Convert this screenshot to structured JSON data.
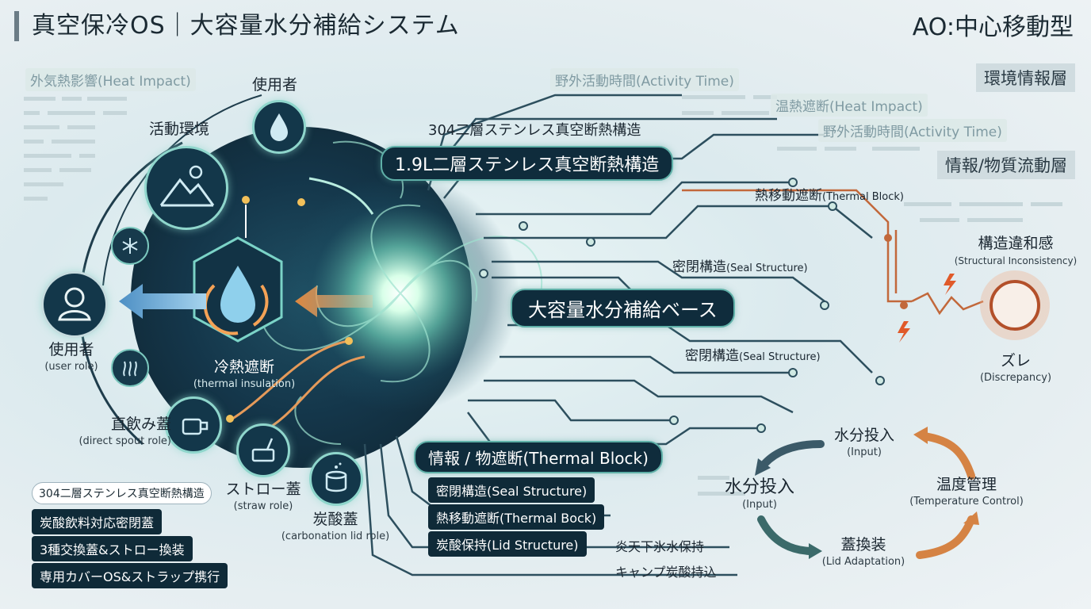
{
  "header": {
    "title": "真空保冷OS｜大容量水分補給システム",
    "mode": "AO:中心移動型"
  },
  "layers": {
    "env": "環境情報層",
    "flow": "情報/物質流動層"
  },
  "pale_labels": {
    "heat_impact_top_left": "外気熱影響(Heat Impact)",
    "activity_time_top": "野外活動時間(Activity Time)",
    "heat_impact_right": "温熱遮断(Heat Impact)",
    "activity_time_right": "野外活動時間(Activity Time)"
  },
  "nodes": {
    "user_top": "使用者",
    "activity_env": "活動環境",
    "user_left": {
      "label": "使用者",
      "sub": "(user role)"
    },
    "thermal": {
      "label": "冷熱遮断",
      "sub": "(thermal insulation)"
    },
    "direct_spout": {
      "label": "直飲み蓋",
      "sub": "(direct spout role)"
    },
    "straw": {
      "label": "ストロー蓋",
      "sub": "(straw role)"
    },
    "carbonation": {
      "label": "炭酸蓋",
      "sub": "(carbonation lid role)"
    }
  },
  "center": {
    "struct_small": "304二層ステンレス真空断熱構造",
    "struct_main": "1.9L二層ステンレス真空断熱構造",
    "base": "大容量水分補給ベース",
    "info_break": "情報 / 物遮断(Thermal Block)"
  },
  "branches": {
    "thermal_block": {
      "jp": "熱移動遮断",
      "en": "(Thermal Block)"
    },
    "seal_1": {
      "jp": "密閉構造",
      "en": "(Seal Structure)"
    },
    "seal_2": {
      "jp": "密閉構造",
      "en": "(Seal Structure)"
    }
  },
  "bottom_tags": [
    "密閉構造(Seal Structure)",
    "熱移動遮断(Thermal Bock)",
    "炭酸保持(Lid Structure)"
  ],
  "bottom_notes": [
    "炎天下氷水保持",
    "キャンプ炭酸持込"
  ],
  "left_list": {
    "outlined": "304二層ステンレス真空断熱構造",
    "items": [
      "炭酸飲料対応密閉蓋",
      "3種交換蓋&ストロー換装",
      "専用カバーOS&ストラップ携行"
    ]
  },
  "discrepancy": {
    "structural": {
      "jp": "構造違和感",
      "en": "(Structural Inconsistency)"
    },
    "zure": {
      "jp": "ズレ",
      "en": "(Discrepancy)"
    }
  },
  "cycle": {
    "input_top": {
      "jp": "水分投入",
      "en": "(Input)"
    },
    "input_left": {
      "jp": "水分投入",
      "en": "(Input)"
    },
    "temp": {
      "jp": "温度管理",
      "en": "(Temperature Control)"
    },
    "lid": {
      "jp": "蓋換装",
      "en": "(Lid Adaptation)"
    }
  },
  "colors": {
    "dark": "#0f2c3c",
    "teal": "#5fb0a8",
    "orange": "#d9823e",
    "rust": "#b3502a",
    "glow": "#c9ffe9"
  },
  "icons": {
    "user": "person-icon",
    "drop": "water-drop-icon",
    "mountain": "mountain-sun-icon",
    "snow": "snowflake-icon",
    "thermometer": "thermometer-icon",
    "cup": "cup-icon",
    "straw": "straw-lid-icon",
    "can": "carbonation-can-icon",
    "lightning": "lightning-icon"
  }
}
